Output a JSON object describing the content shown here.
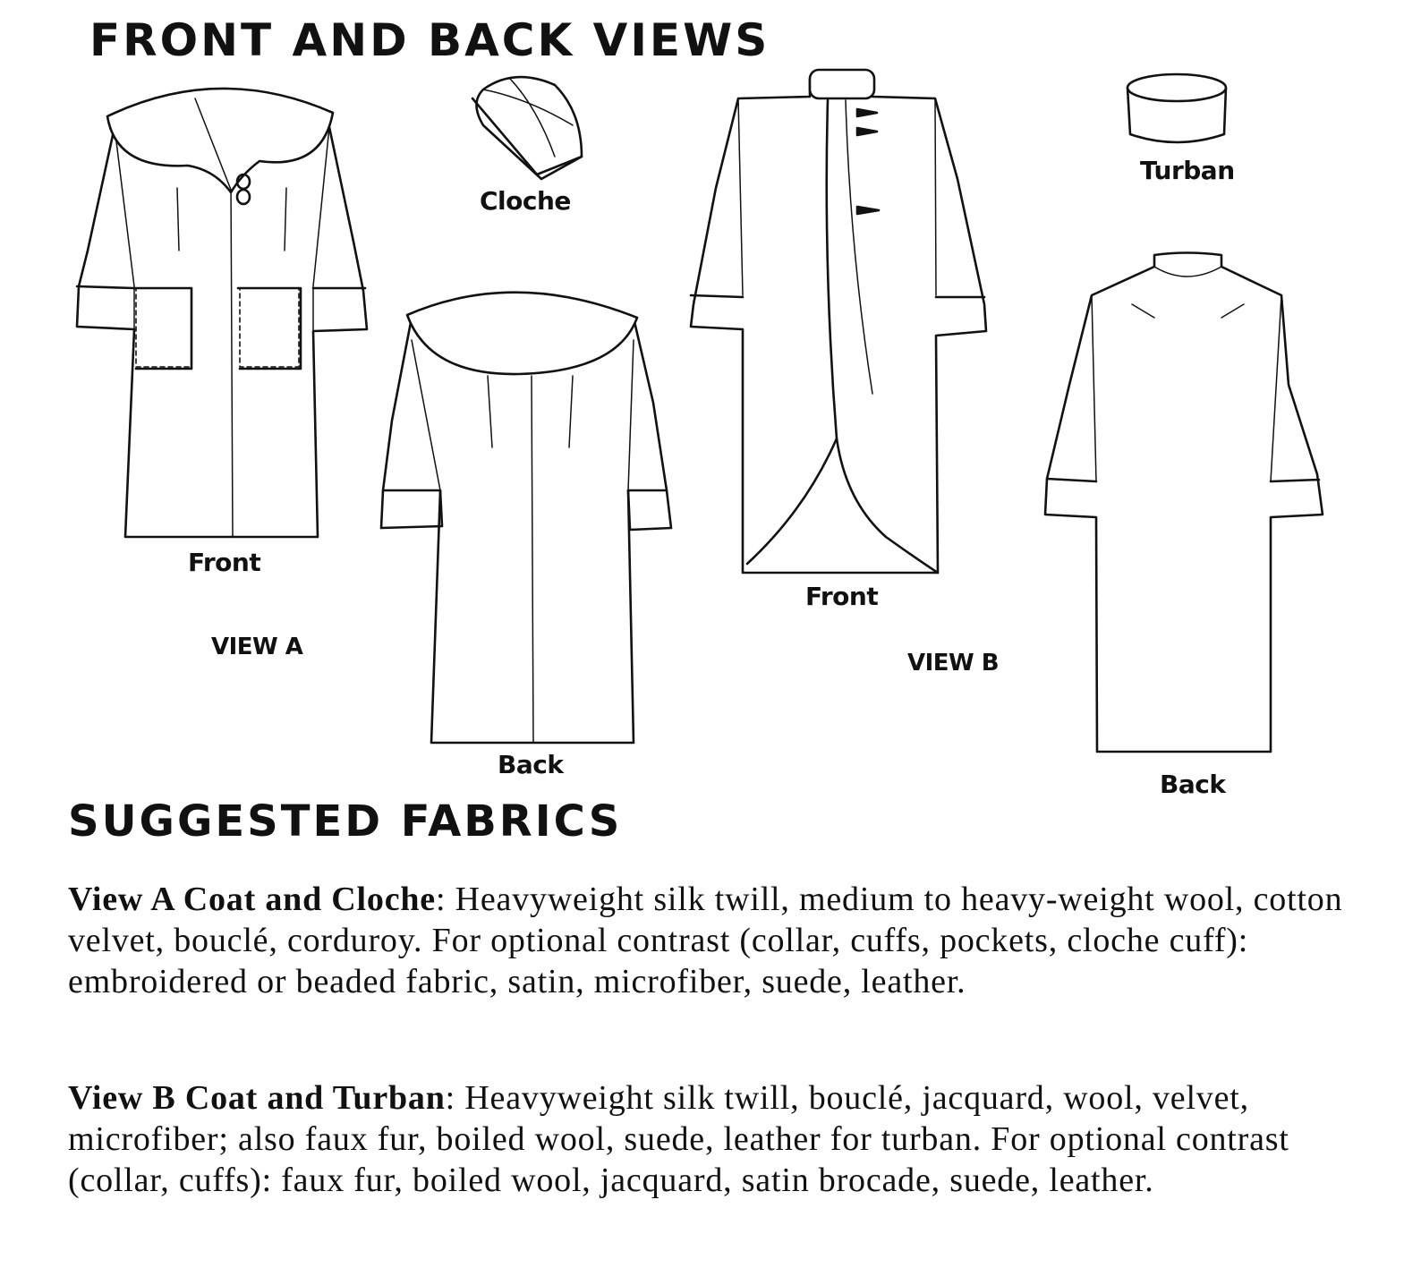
{
  "headings": {
    "views": "FRONT AND BACK VIEWS",
    "fabrics": "SUGGESTED FABRICS"
  },
  "labels": {
    "cloche": "Cloche",
    "turban": "Turban",
    "view_a_front": "Front",
    "view_a_back": "Back",
    "view_b_front": "Front",
    "view_b_back": "Back",
    "view_a": "VIEW A",
    "view_b": "VIEW B"
  },
  "fabrics": {
    "view_a": {
      "lead": "View A Coat and Cloche",
      "text": ":  Heavyweight silk twill, medium to heavy-weight wool, cotton velvet, bouclé, corduroy.  For optional contrast (collar, cuffs, pockets, cloche cuff): embroidered or beaded fabric, satin, microfiber, suede, leather."
    },
    "view_b": {
      "lead": "View B Coat and Turban",
      "text": ":  Heavyweight silk twill, bouclé, jacquard, wool, velvet, microfiber; also faux fur, boiled wool, suede, leather for turban.  For optional contrast (collar, cuffs): faux fur, boiled wool, jacquard, satin brocade, suede, leather."
    }
  }
}
